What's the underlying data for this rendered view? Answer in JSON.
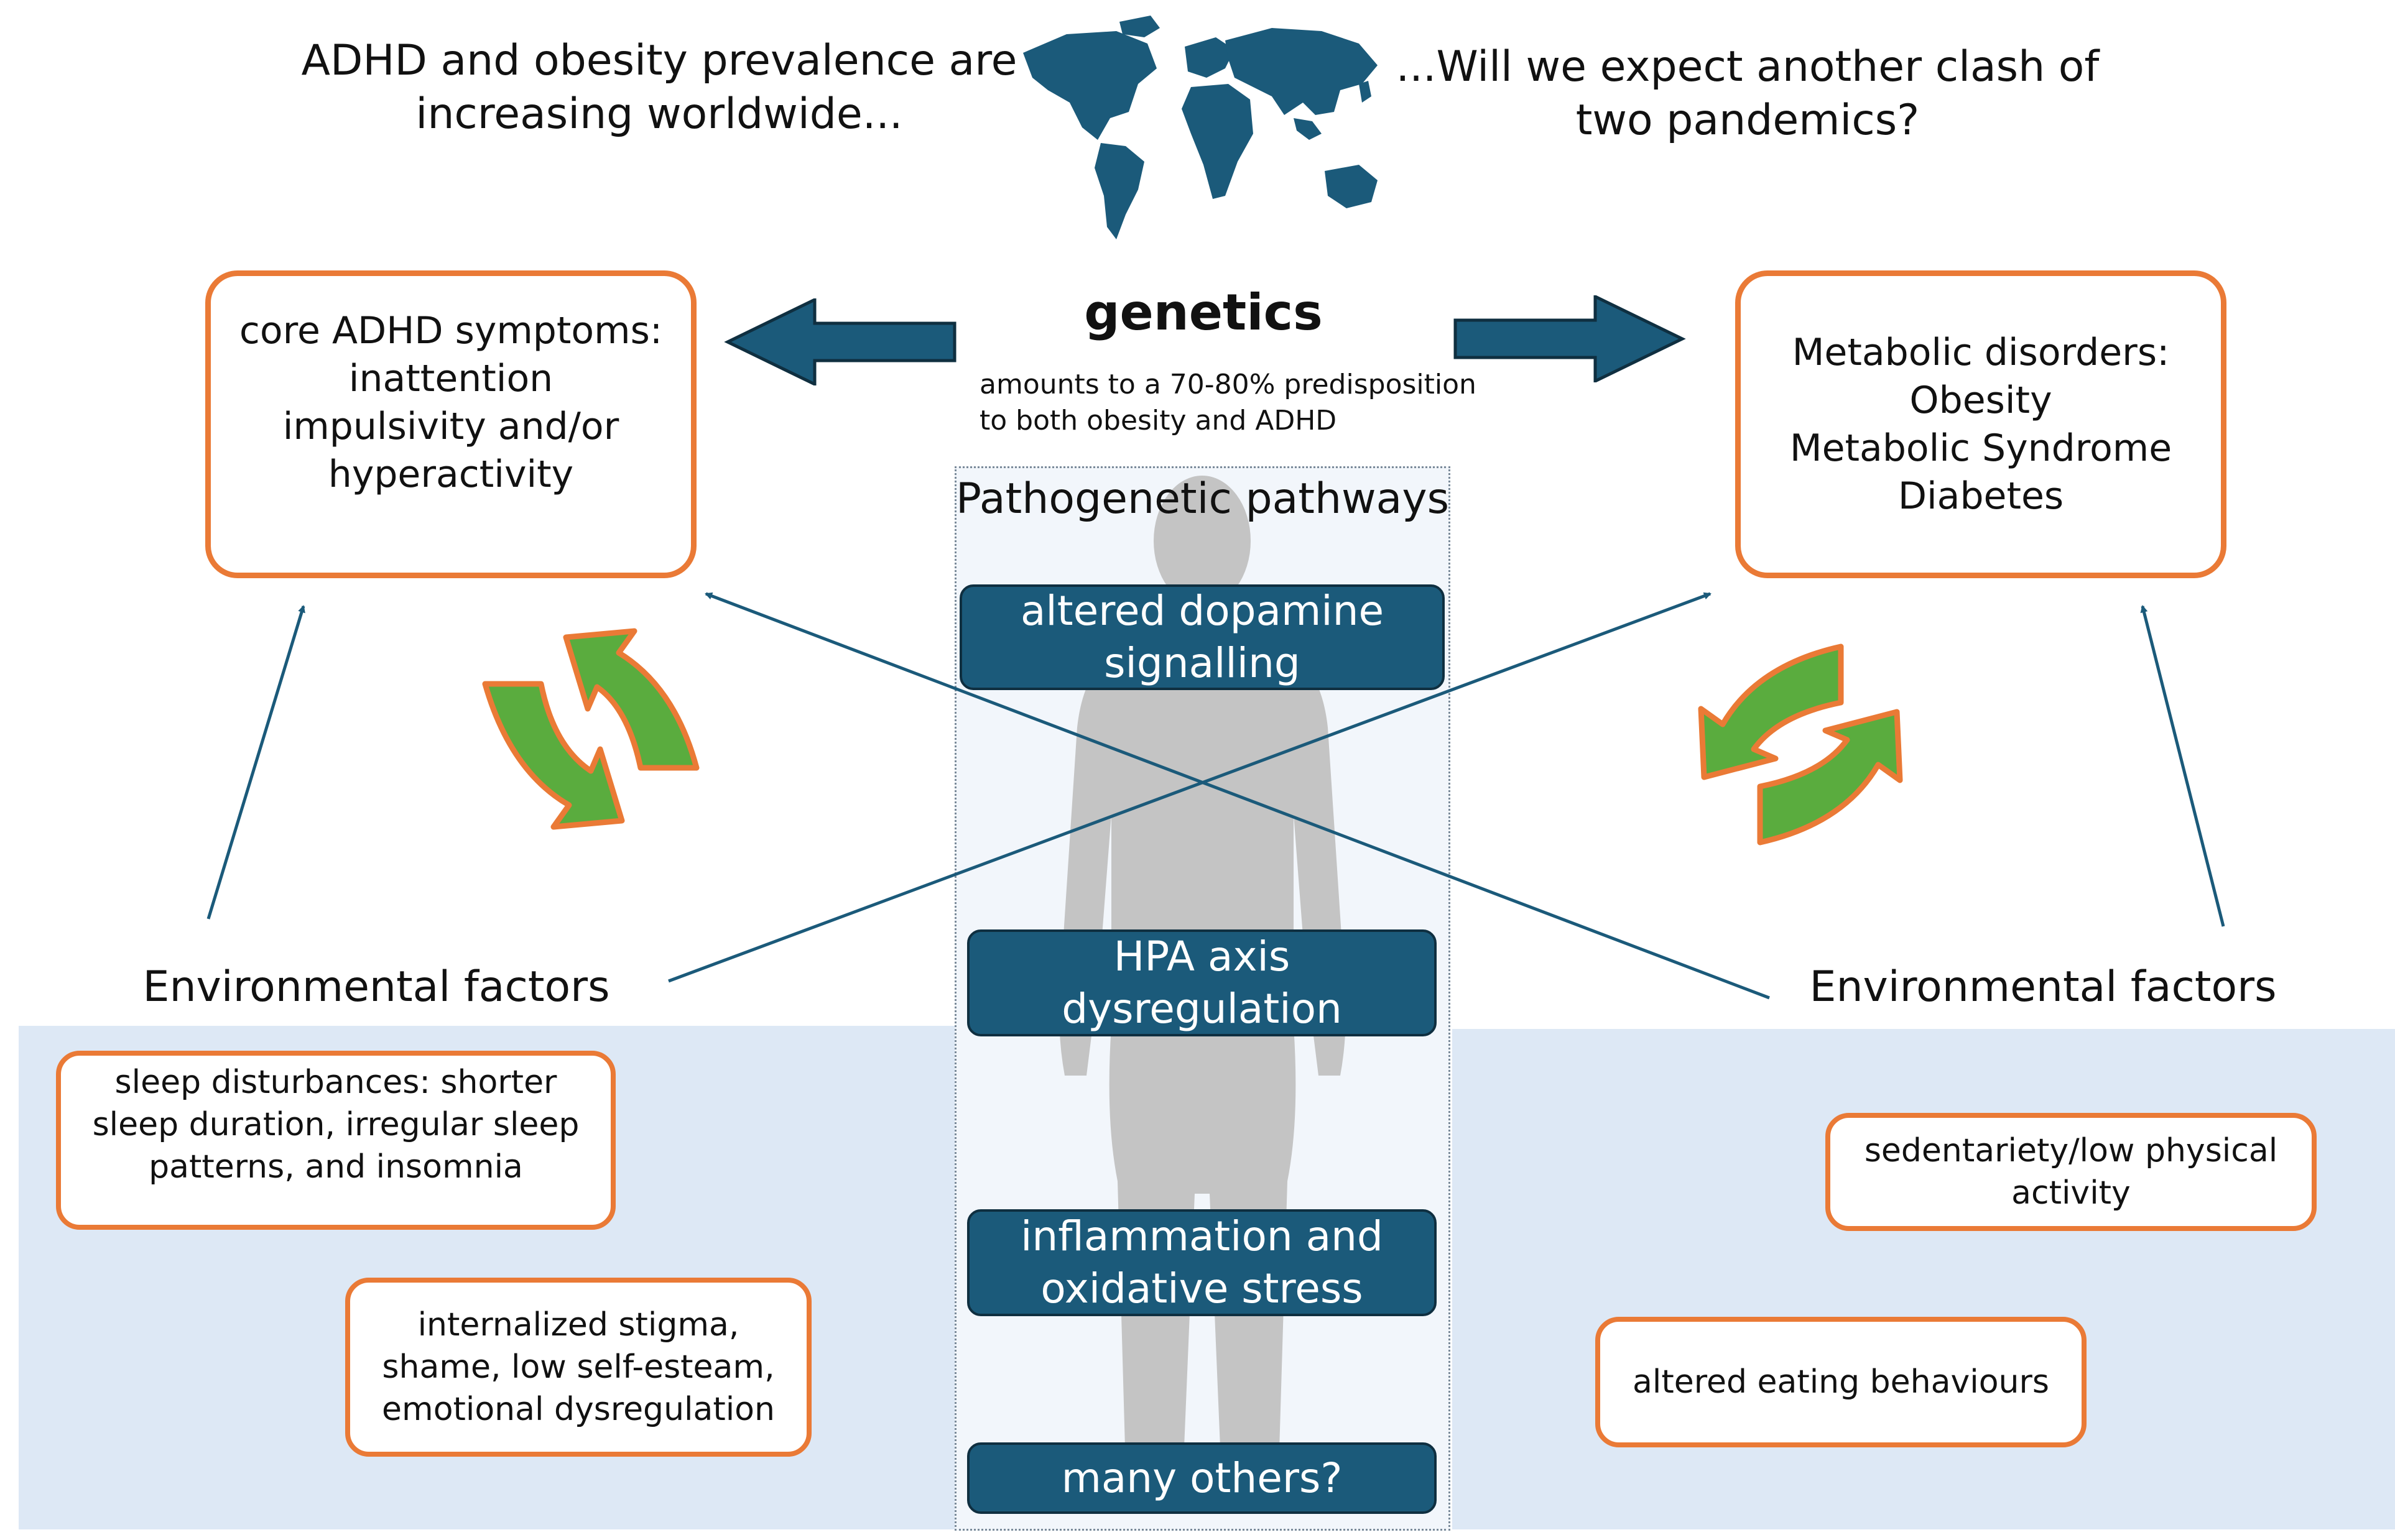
{
  "header": {
    "left_text": "ADHD and obesity prevalence are\nincreasing worldwide...",
    "right_text": "...Will we expect another clash of\ntwo pandemics?"
  },
  "genetics": {
    "title": "genetics",
    "subtitle": "amounts to a 70-80% predisposition\nto both obesity and ADHD"
  },
  "adhd_box": {
    "text": "core ADHD symptoms:\ninattention\nimpulsivity  and/or\nhyperactivity"
  },
  "metabolic_box": {
    "text": "Metabolic disorders:\nObesity\nMetabolic Syndrome\nDiabetes"
  },
  "pathways": {
    "title": "Pathogenetic pathways",
    "items": [
      "altered dopamine\nsignalling",
      "HPA axis\ndysregulation",
      "inflammation and\noxidative stress",
      "many others?"
    ]
  },
  "environment_left": {
    "title": "Environmental factors",
    "factors": [
      "sleep disturbances: shorter\nsleep duration, irregular sleep\npatterns, and insomnia",
      "internalized stigma,\nshame, low self-esteam,\nemotional dysregulation"
    ]
  },
  "environment_right": {
    "title": "Environmental factors",
    "factors": [
      "sedentariety/low physical\nactivity",
      "altered eating behaviours"
    ]
  },
  "colors": {
    "navy": "#1b5a7a",
    "orange": "#ea7a36",
    "green": "#5aac3e",
    "band": "#dde8f5",
    "figure": "#c4c4c4"
  },
  "icons": [
    "world-map-icon",
    "human-silhouette-icon",
    "cycle-arrows-icon"
  ]
}
